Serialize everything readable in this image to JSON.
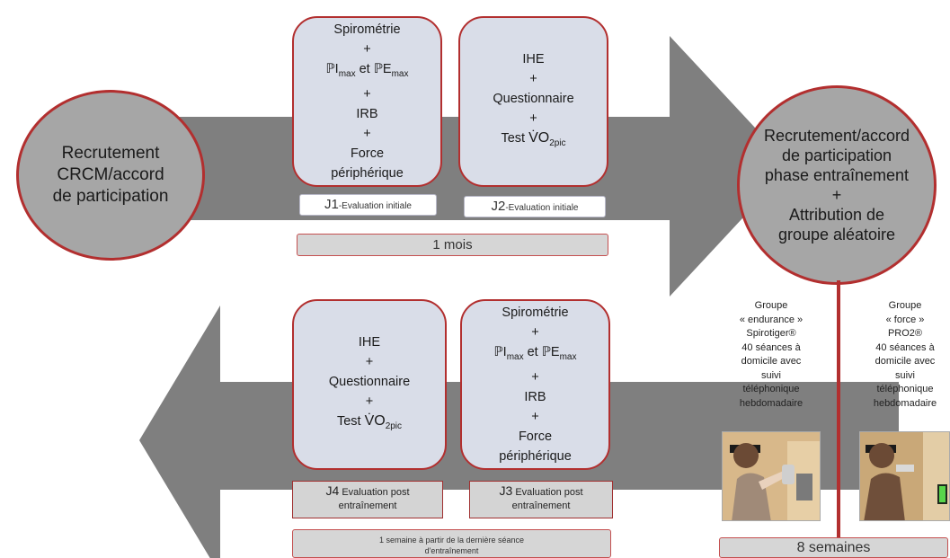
{
  "colors": {
    "arrow": "#7f7f7f",
    "card_bg": "#d9dde8",
    "border_red": "#b22f2f",
    "circle_bg": "#a6a6a6"
  },
  "left_circle": {
    "lines": [
      "Recrutement",
      "CRCM/accord",
      "de participation"
    ]
  },
  "right_circle": {
    "lines": [
      "Recrutement/accord",
      "de participation",
      "phase entraînement",
      "+",
      "Attribution de",
      "groupe aléatoire"
    ]
  },
  "card_j1": {
    "spiro": "Spirométrie",
    "plus": "+",
    "pi": "ℙI",
    "max1": "max",
    "et": " et ",
    "pe": "ℙE",
    "max2": "max",
    "irb": "IRB",
    "force": "Force",
    "periph": "périphérique"
  },
  "card_j2": {
    "ihe": "IHE",
    "plus": "+",
    "quest": "Questionnaire",
    "test": "Test ",
    "vo": "V̇O",
    "sub": "2pic"
  },
  "card_j4": {
    "ihe": "IHE",
    "plus": "+",
    "quest": "Questionnaire",
    "test": "Test ",
    "vo": "V̇O",
    "sub": "2pic"
  },
  "card_j3": {
    "spiro": "Spirométrie",
    "plus": "+",
    "pi": "ℙI",
    "max1": "max",
    "et": " et ",
    "pe": "ℙE",
    "max2": "max",
    "irb": "IRB",
    "force": "Force",
    "periph": "périphérique"
  },
  "labels": {
    "j1_code": "J1",
    "j1_text": "-Evaluation initiale",
    "j2_code": "J2",
    "j2_text": "-Evaluation initiale",
    "one_month": "1 mois",
    "j4_code": "J4",
    "j4_text_a": "Evaluation post",
    "j4_text_b": "entraînement",
    "j3_code": "J3",
    "j3_text_a": "Evaluation post",
    "j3_text_b": "entraînement",
    "one_week_a": "1 semaine à partir de la dernière séance",
    "one_week_b": "d'entraînement",
    "eight_weeks": "8 semaines"
  },
  "group_endurance": {
    "lines": [
      "Groupe",
      "« endurance »",
      "Spirotiger®",
      "40 séances à",
      "domicile avec",
      "suivi",
      "téléphonique",
      "hebdomadaire"
    ]
  },
  "group_force": {
    "lines": [
      "Groupe",
      "« force »",
      "PRO2®",
      "40 séances à",
      "domicile avec",
      "suivi",
      "téléphonique",
      "hebdomadaire"
    ]
  }
}
